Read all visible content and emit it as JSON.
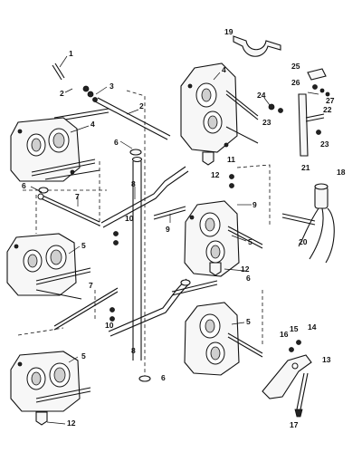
{
  "callouts": [
    {
      "id": "c1a",
      "text": "1"
    },
    {
      "id": "c2a",
      "text": "2"
    },
    {
      "id": "c3a",
      "text": "3"
    },
    {
      "id": "c2b",
      "text": "2"
    },
    {
      "id": "c4a",
      "text": "4"
    },
    {
      "id": "c4b",
      "text": "4"
    },
    {
      "id": "c6a",
      "text": "6"
    },
    {
      "id": "c6b",
      "text": "6"
    },
    {
      "id": "c6c",
      "text": "6"
    },
    {
      "id": "c6d",
      "text": "6"
    },
    {
      "id": "c7a",
      "text": "7"
    },
    {
      "id": "c7b",
      "text": "7"
    },
    {
      "id": "c8a",
      "text": "8"
    },
    {
      "id": "c8b",
      "text": "8"
    },
    {
      "id": "c9a",
      "text": "9"
    },
    {
      "id": "c9b",
      "text": "9"
    },
    {
      "id": "c10a",
      "text": "10"
    },
    {
      "id": "c10b",
      "text": "10"
    },
    {
      "id": "c11",
      "text": "11"
    },
    {
      "id": "c12a",
      "text": "12"
    },
    {
      "id": "c12b",
      "text": "12"
    },
    {
      "id": "c12c",
      "text": "12"
    },
    {
      "id": "c13",
      "text": "13"
    },
    {
      "id": "c14",
      "text": "14"
    },
    {
      "id": "c15",
      "text": "15"
    },
    {
      "id": "c16",
      "text": "16"
    },
    {
      "id": "c17",
      "text": "17"
    },
    {
      "id": "c18",
      "text": "18"
    },
    {
      "id": "c19",
      "text": "19"
    },
    {
      "id": "c20",
      "text": "20"
    },
    {
      "id": "c21",
      "text": "21"
    },
    {
      "id": "c22",
      "text": "22"
    },
    {
      "id": "c23a",
      "text": "23"
    },
    {
      "id": "c23b",
      "text": "23"
    },
    {
      "id": "c24",
      "text": "24"
    },
    {
      "id": "c25",
      "text": "25"
    },
    {
      "id": "c26",
      "text": "26"
    },
    {
      "id": "c27",
      "text": "27"
    },
    {
      "id": "c5a",
      "text": "5"
    },
    {
      "id": "c5b",
      "text": "5"
    },
    {
      "id": "c5c",
      "text": "5"
    },
    {
      "id": "c5d",
      "text": "5"
    }
  ]
}
